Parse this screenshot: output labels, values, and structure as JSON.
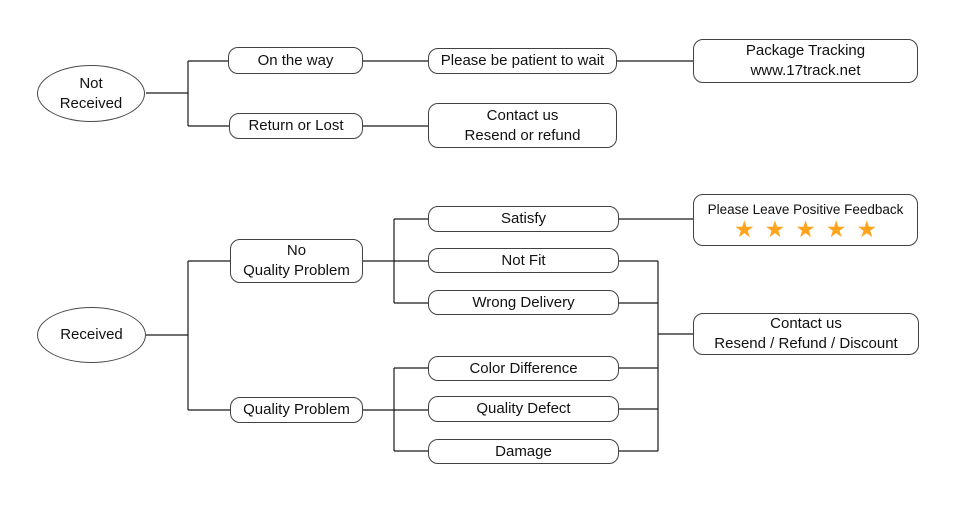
{
  "title": "Customer service flowchart",
  "colors": {
    "background": "#ffffff",
    "line": "#1a1a1a",
    "box_border": "#414141",
    "text": "#111111",
    "star": "#FFA41C"
  },
  "nodes": {
    "not_received": "Not\nReceived",
    "received": "Received",
    "on_the_way": "On the way",
    "return_or_lost": "Return or Lost",
    "please_be_patient": "Please be patient to wait",
    "package_tracking": "Package Tracking\nwww.17track.net",
    "contact_resend_refund": "Contact us\nResend or refund",
    "no_quality_problem": "No\nQuality Problem",
    "quality_problem": "Quality Problem",
    "satisfy": "Satisfy",
    "not_fit": "Not Fit",
    "wrong_delivery": "Wrong Delivery",
    "color_difference": "Color Difference",
    "quality_defect": "Quality Defect",
    "damage": "Damage",
    "contact_resend_refund_discount": "Contact us\nResend / Refund / Discount"
  },
  "positive_feedback": {
    "title": "Please Leave Positive Feedback"
  },
  "rating": {
    "symbol": "★",
    "count": 5,
    "color": "#FFA41C"
  }
}
